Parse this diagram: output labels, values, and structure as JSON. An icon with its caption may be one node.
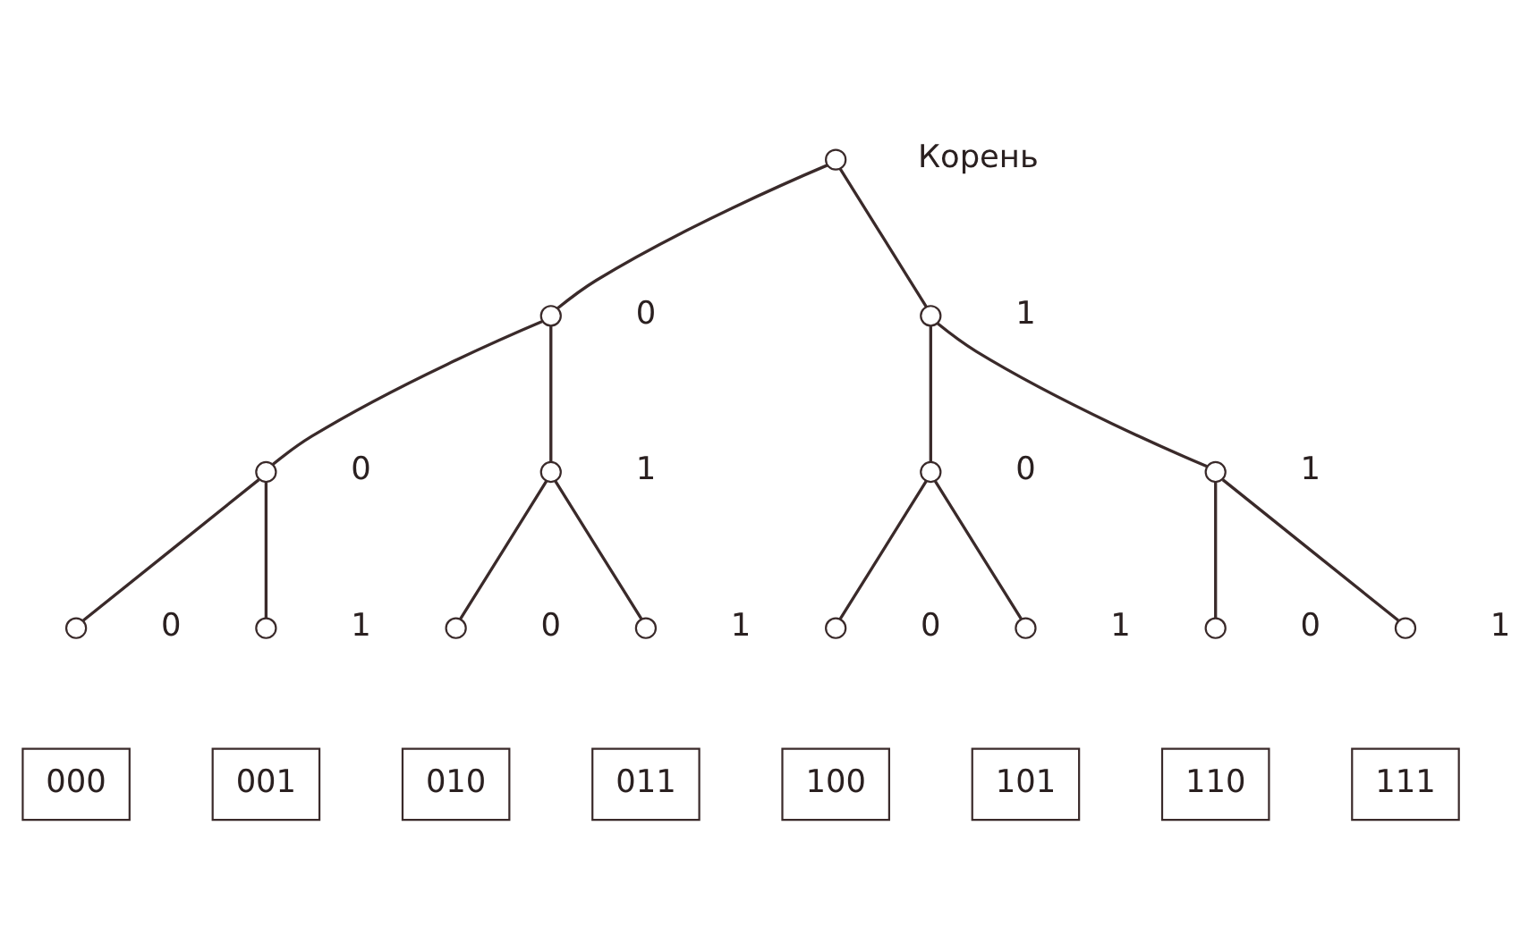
{
  "diagram": {
    "nodes": [
      {
        "text": [],
        "shape": "circle",
        "beside": [
          "Корень"
        ]
      },
      {
        "text": [],
        "shape": "circle",
        "beside": [
          "0"
        ]
      },
      {
        "text": [],
        "shape": "circle",
        "beside": [
          "1"
        ]
      },
      {
        "text": [],
        "shape": "circle",
        "beside": [
          "0"
        ]
      },
      {
        "text": [],
        "shape": "circle",
        "beside": [
          "1"
        ]
      },
      {
        "text": [],
        "shape": "circle",
        "beside": [
          "0"
        ]
      },
      {
        "text": [],
        "shape": "circle",
        "beside": [
          "1"
        ]
      },
      {
        "text": [],
        "shape": "circle",
        "beside": [
          "0"
        ]
      },
      {
        "text": [],
        "shape": "circle",
        "beside": [
          "1"
        ]
      },
      {
        "text": [],
        "shape": "circle",
        "beside": [
          "0"
        ]
      },
      {
        "text": [],
        "shape": "circle",
        "beside": [
          "1"
        ]
      },
      {
        "text": [],
        "shape": "circle",
        "beside": [
          "0"
        ]
      },
      {
        "text": [],
        "shape": "circle",
        "beside": [
          "1"
        ]
      },
      {
        "text": [],
        "shape": "circle",
        "beside": [
          "0"
        ]
      },
      {
        "text": [],
        "shape": "circle",
        "beside": [
          "1"
        ]
      },
      {
        "text": [
          "000"
        ]
      },
      {
        "text": [
          "001"
        ]
      },
      {
        "text": [
          "010"
        ]
      },
      {
        "text": [
          "011"
        ]
      },
      {
        "text": [
          "100"
        ]
      },
      {
        "text": [
          "101"
        ]
      },
      {
        "text": [
          "110"
        ]
      },
      {
        "text": [
          "111"
        ]
      }
    ],
    "edges": [
      {
        "from": 0,
        "to": 1,
        "arrow": "none"
      },
      {
        "from": 0,
        "to": 2,
        "arrow": "none"
      },
      {
        "from": 1,
        "to": 3,
        "arrow": "none"
      },
      {
        "from": 1,
        "to": 4,
        "arrow": "none"
      },
      {
        "from": 2,
        "to": 5,
        "arrow": "none"
      },
      {
        "from": 2,
        "to": 6,
        "arrow": "none"
      },
      {
        "from": 3,
        "to": 7,
        "arrow": "none"
      },
      {
        "from": 3,
        "to": 8,
        "arrow": "none"
      },
      {
        "from": 4,
        "to": 9,
        "arrow": "none"
      },
      {
        "from": 4,
        "to": 10,
        "arrow": "none"
      },
      {
        "from": 5,
        "to": 11,
        "arrow": "none"
      },
      {
        "from": 5,
        "to": 12,
        "arrow": "none"
      },
      {
        "from": 6,
        "to": 13,
        "arrow": "none"
      },
      {
        "from": 6,
        "to": 14,
        "arrow": "none"
      }
    ]
  }
}
